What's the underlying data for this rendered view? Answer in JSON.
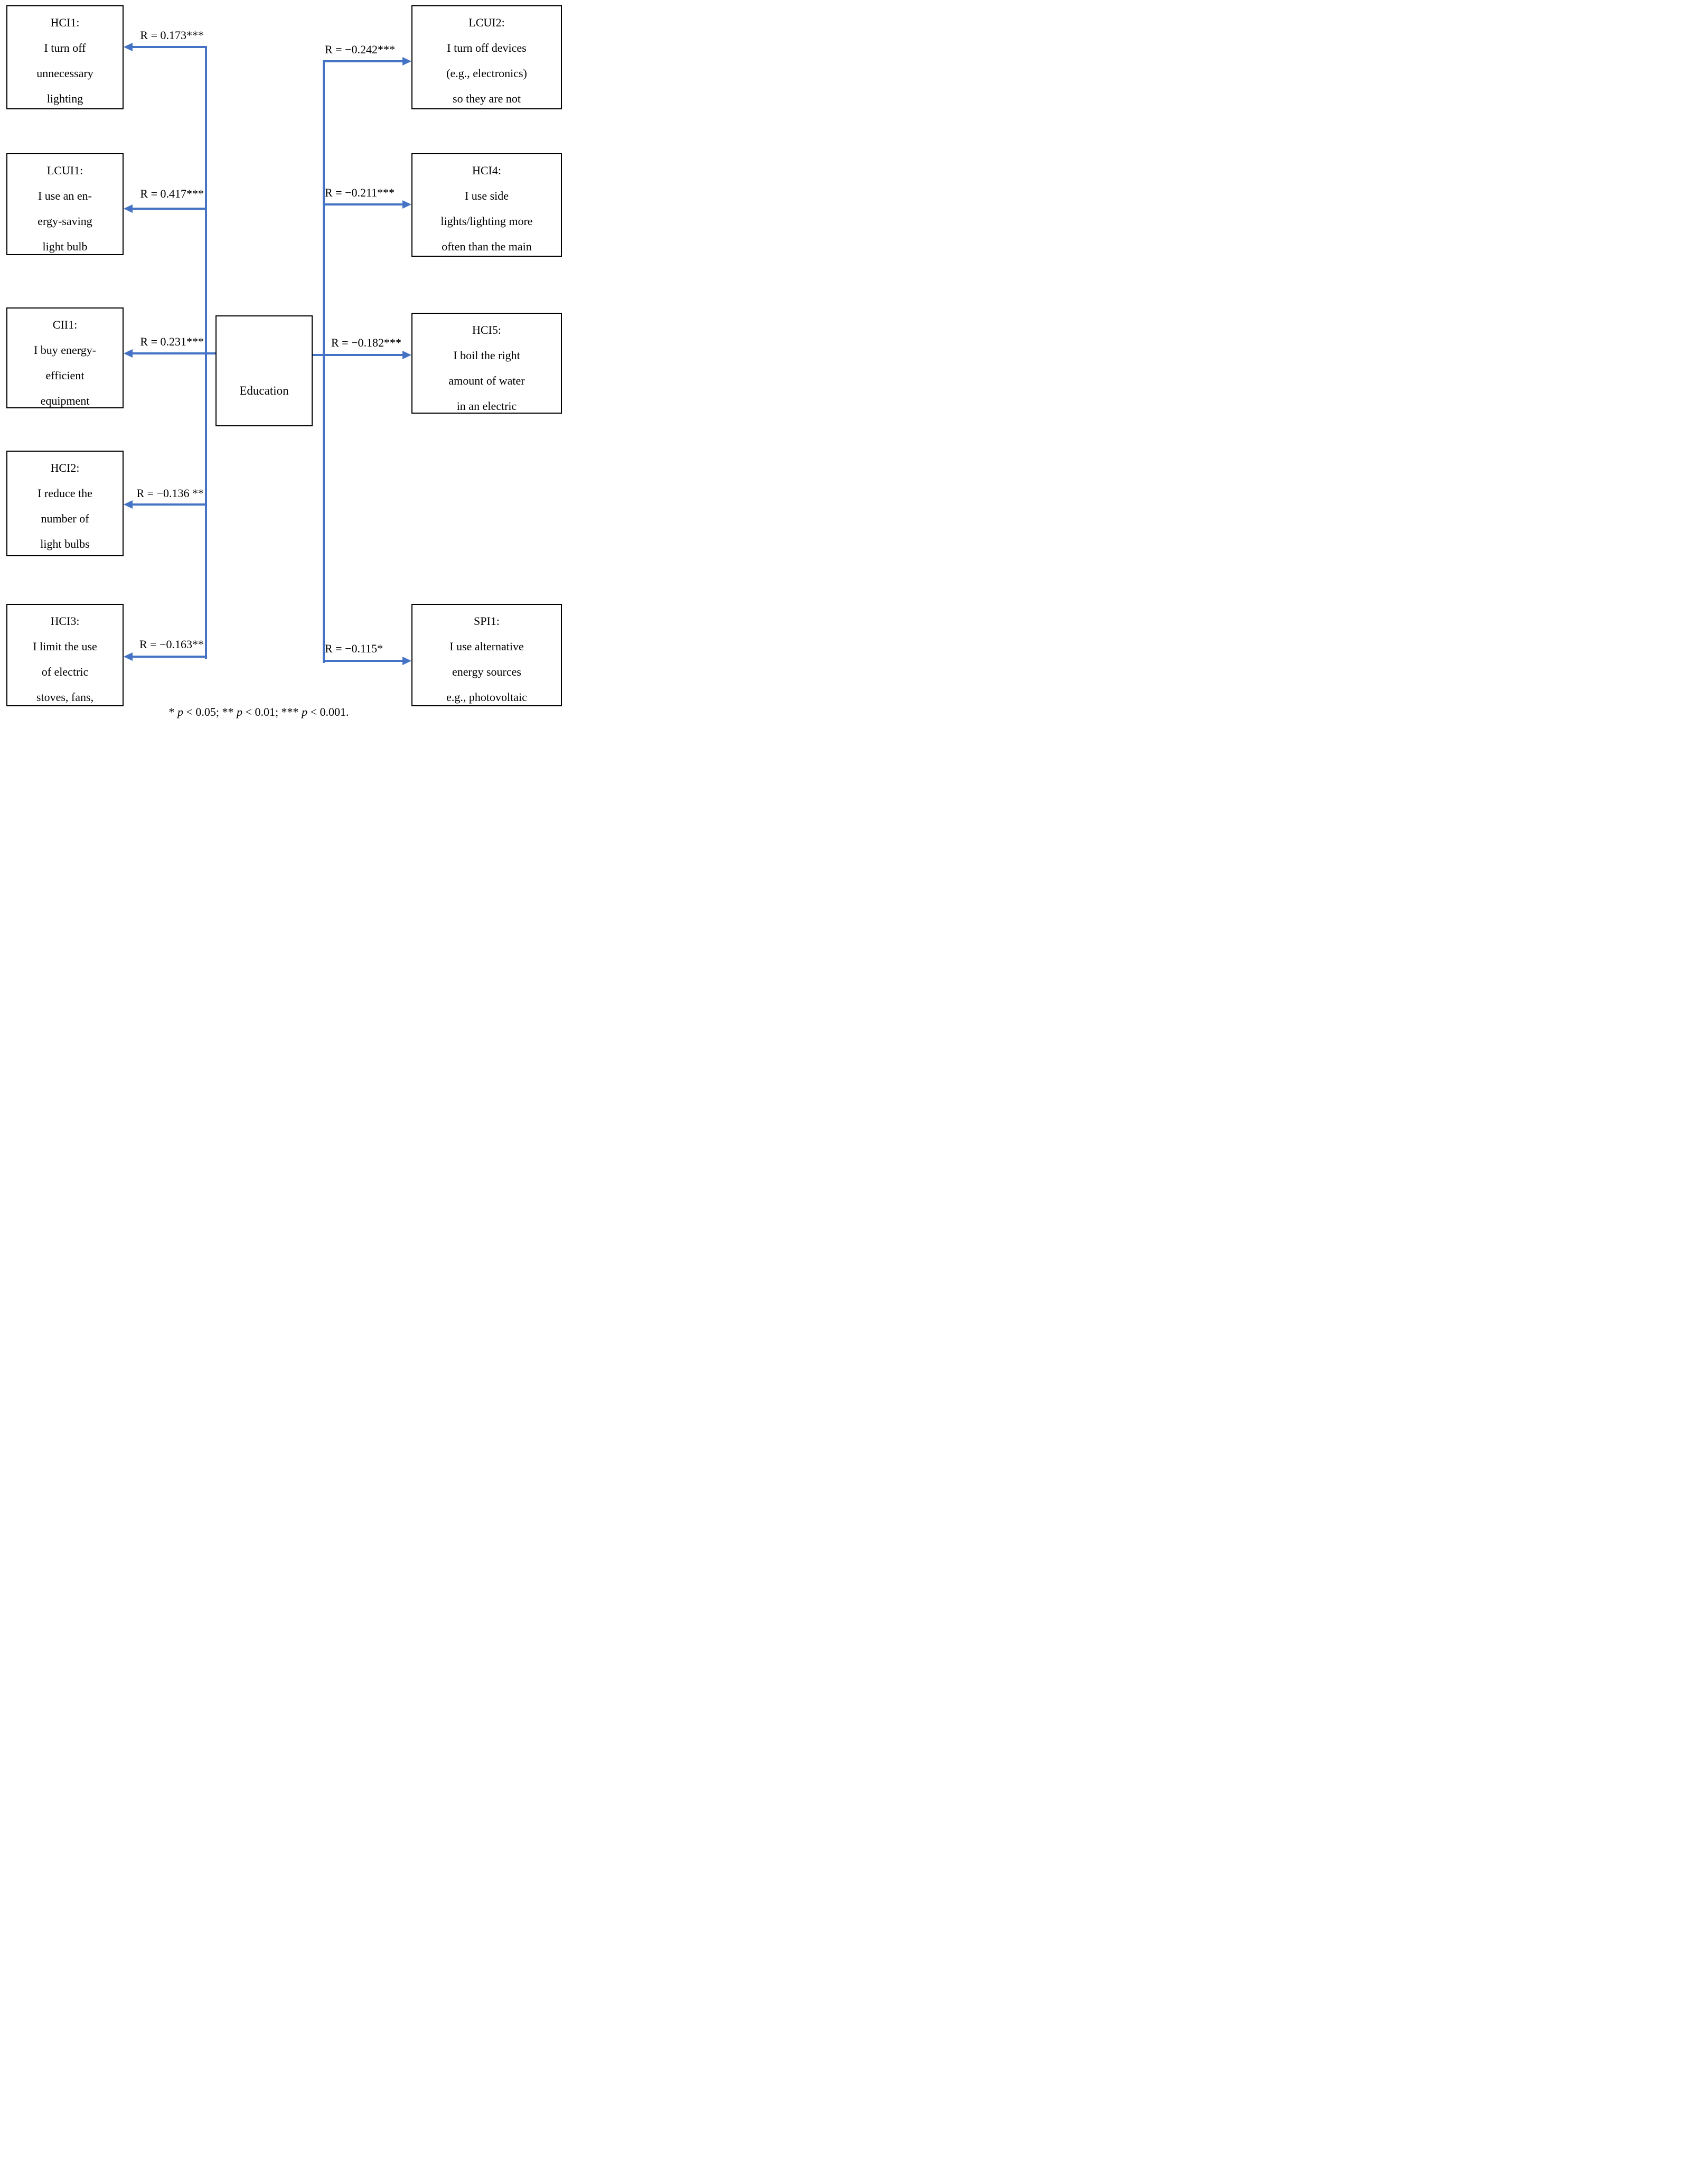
{
  "figure": {
    "center_label": "Education",
    "footnote_text": "* p < 0.05; ** p < 0.01; *** p < 0.001."
  },
  "colors": {
    "connector_blue": "#4472C4",
    "box_border": "#000000",
    "text": "#000000"
  },
  "boxes": {
    "left": [
      {
        "id": "HCI1",
        "lines": [
          "HCI1:",
          "I turn off",
          "unnecessary",
          "lighting"
        ],
        "r_label": "R = 0.173***"
      },
      {
        "id": "LCUI1",
        "lines": [
          "LCUI1:",
          "I use an en-",
          "ergy-saving",
          "light bulb"
        ],
        "r_label": "R = 0.417***"
      },
      {
        "id": "CII1",
        "lines": [
          "CII1:",
          "I buy energy-",
          "efficient",
          "equipment"
        ],
        "r_label": "R = 0.231***"
      },
      {
        "id": "HCI2",
        "lines": [
          "HCI2:",
          "I reduce the",
          "number of",
          "light bulbs"
        ],
        "r_label": "R = −0.136 **"
      },
      {
        "id": "HCI3",
        "lines": [
          "HCI3:",
          "I limit the use",
          "of electric",
          "stoves, fans,"
        ],
        "r_label": "R = −0.163**"
      }
    ],
    "right": [
      {
        "id": "LCUI2",
        "lines": [
          "LCUI2:",
          "I turn off devices",
          "(e.g., electronics)",
          "so they are not"
        ],
        "r_label": "R = −0.242***"
      },
      {
        "id": "HCI4",
        "lines": [
          "HCI4:",
          "I use side",
          "lights/lighting more",
          "often than the main"
        ],
        "r_label": "R = −0.211***"
      },
      {
        "id": "HCI5",
        "lines": [
          "HCI5:",
          "I boil the right",
          "amount of water",
          "in an electric"
        ],
        "r_label": "R = −0.182***"
      },
      {
        "id": "SPI1",
        "lines": [
          "SPI1:",
          "I use alternative",
          "energy sources",
          "e.g., photovoltaic"
        ],
        "r_label": "R = −0.115*"
      }
    ]
  },
  "footnote": {
    "segments": [
      {
        "t": "* ",
        "i": 0
      },
      {
        "t": "p",
        "i": 1
      },
      {
        "t": " < 0.05; ** ",
        "i": 0
      },
      {
        "t": "p",
        "i": 1
      },
      {
        "t": " < 0.01; *** ",
        "i": 0
      },
      {
        "t": "p",
        "i": 1
      },
      {
        "t": " < 0.001.",
        "i": 0
      }
    ]
  }
}
